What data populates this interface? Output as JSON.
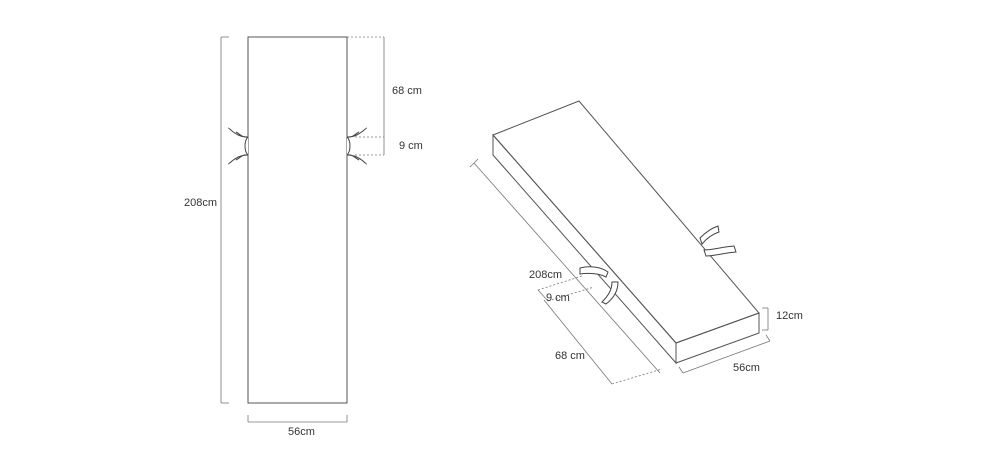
{
  "front_view": {
    "length_label": "208cm",
    "width_label": "56cm",
    "tie_offset_label": "68 cm",
    "tie_width_label": "9 cm"
  },
  "iso_view": {
    "length_label": "208cm",
    "tie_width_label": "9 cm",
    "tie_offset_label": "68 cm",
    "width_label": "56cm",
    "height_label": "12cm"
  },
  "colors": {
    "line": "#555555",
    "text": "#333333",
    "background": "#ffffff"
  }
}
